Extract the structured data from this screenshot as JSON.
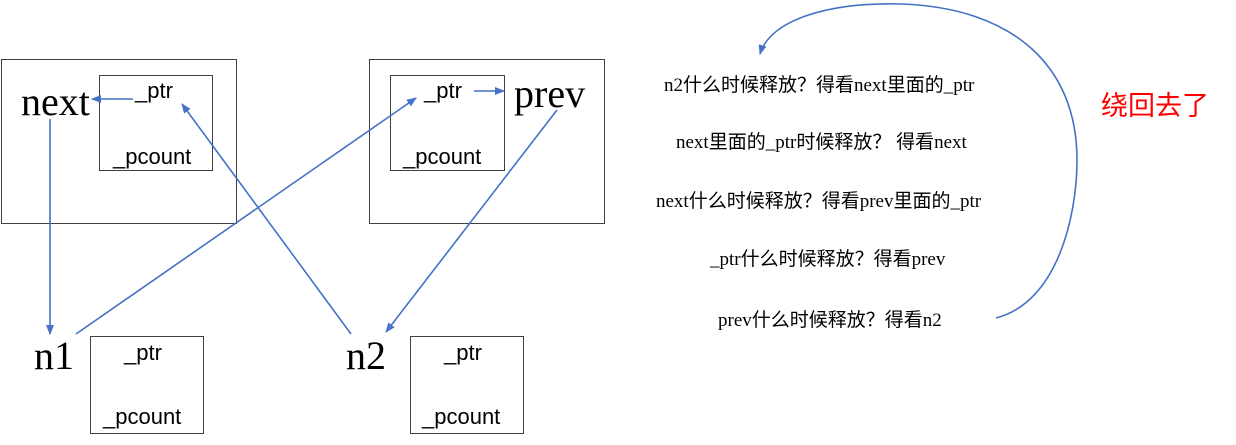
{
  "labels": {
    "next": "next",
    "prev": "prev",
    "n1": "n1",
    "n2": "n2"
  },
  "fields": {
    "ptr": "_ptr",
    "pcount": "_pcount"
  },
  "explanation": [
    "n2什么时候释放？得看next里面的_ptr",
    "next里面的_ptr时候释放？ 得看next",
    "next什么时候释放？得看prev里面的_ptr",
    "_ptr什么时候释放？得看prev",
    "prev什么时候释放？得看n2"
  ],
  "loop_note": "绕回去了",
  "colors": {
    "arrow": "#4472c4",
    "loop_note": "#ff0000",
    "box_border": "#404040"
  }
}
